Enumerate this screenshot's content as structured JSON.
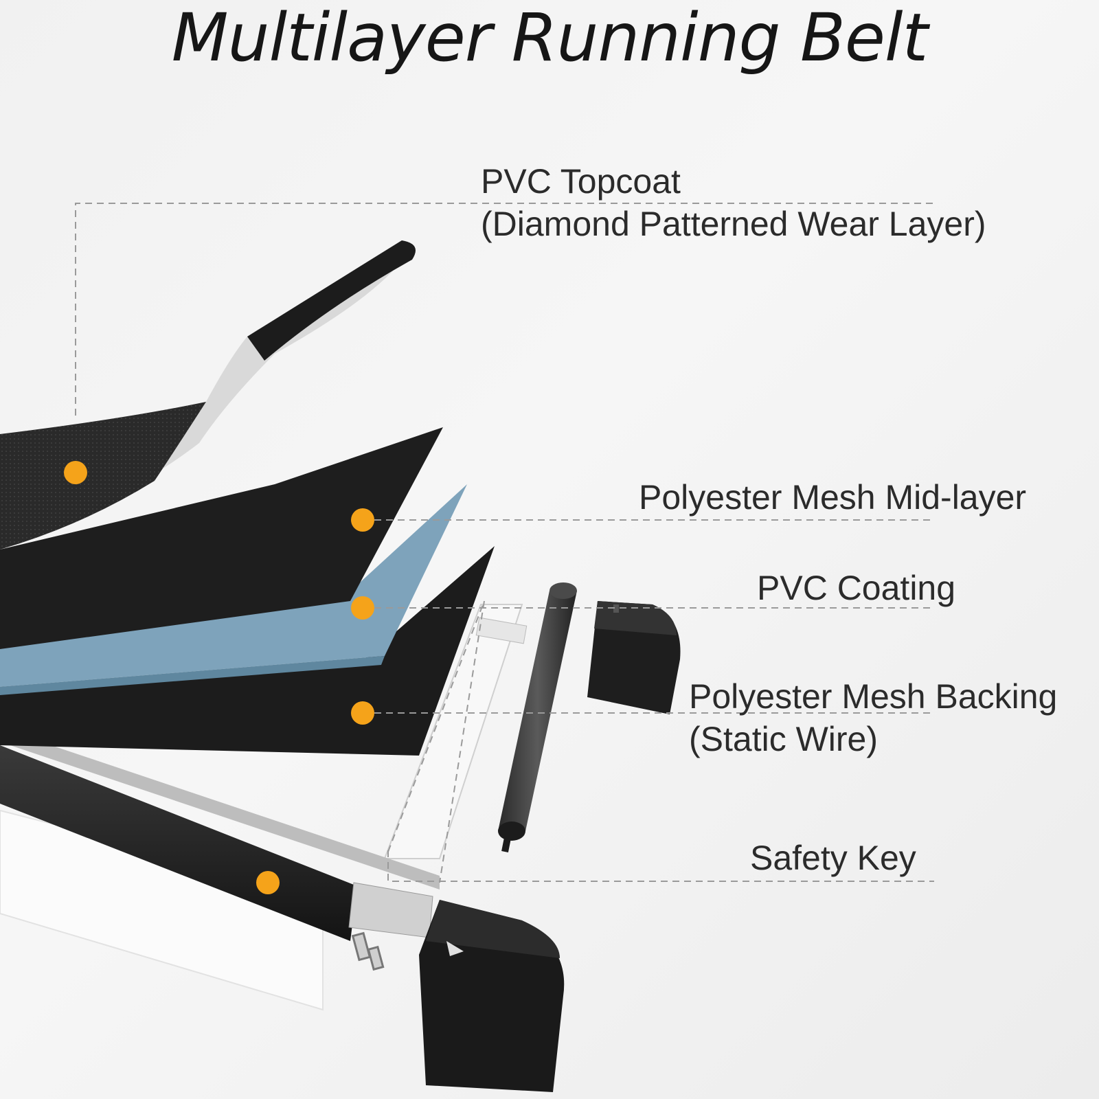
{
  "title": "Multilayer Running Belt",
  "colors": {
    "belt_black": "#262626",
    "mid_layer": "#1e1e1e",
    "pvc_blue": "#7ea3bb",
    "marker_orange": "#f5a31a",
    "leader_gray": "#9a9a9a"
  },
  "labels": {
    "pvc_topcoat": {
      "line1": "PVC Topcoat",
      "line2": "(Diamond Patterned Wear Layer)"
    },
    "mesh_mid": {
      "line1": "Polyester Mesh Mid-layer"
    },
    "pvc_coating": {
      "line1": "PVC Coating"
    },
    "mesh_backing": {
      "line1": "Polyester Mesh Backing",
      "line2": "(Static Wire)"
    },
    "safety_key": {
      "line1": "Safety Key"
    }
  }
}
